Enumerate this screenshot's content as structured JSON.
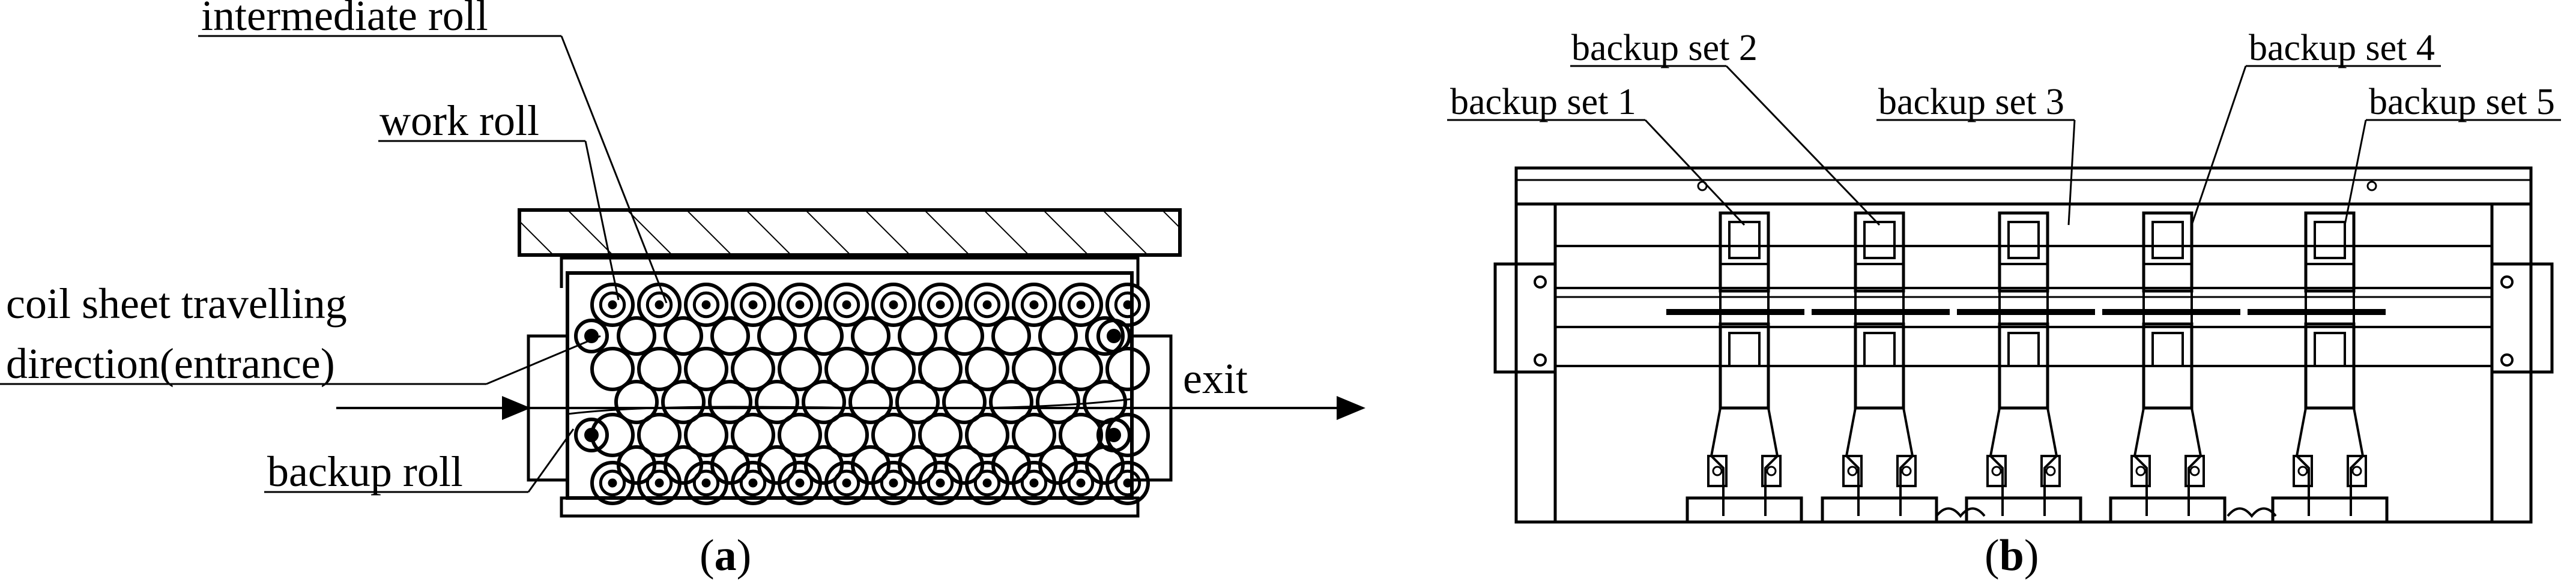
{
  "panel_a": {
    "labels": {
      "intermediate_roll": "intermediate roll",
      "work_roll": "work roll",
      "coil_line1": "coil sheet travelling",
      "coil_line2": "direction(entrance)",
      "backup_roll": "backup roll",
      "exit": "exit"
    },
    "caption_open": "(",
    "caption_letter": "a",
    "caption_close": ")"
  },
  "panel_b": {
    "labels": {
      "set1": "backup set 1",
      "set2": "backup set 2",
      "set3": "backup set 3",
      "set4": "backup set 4",
      "set5": "backup set 5"
    },
    "caption_open": "(",
    "caption_letter": "b",
    "caption_close": ")"
  },
  "colors": {
    "line": "#000000",
    "background": "#ffffff"
  }
}
